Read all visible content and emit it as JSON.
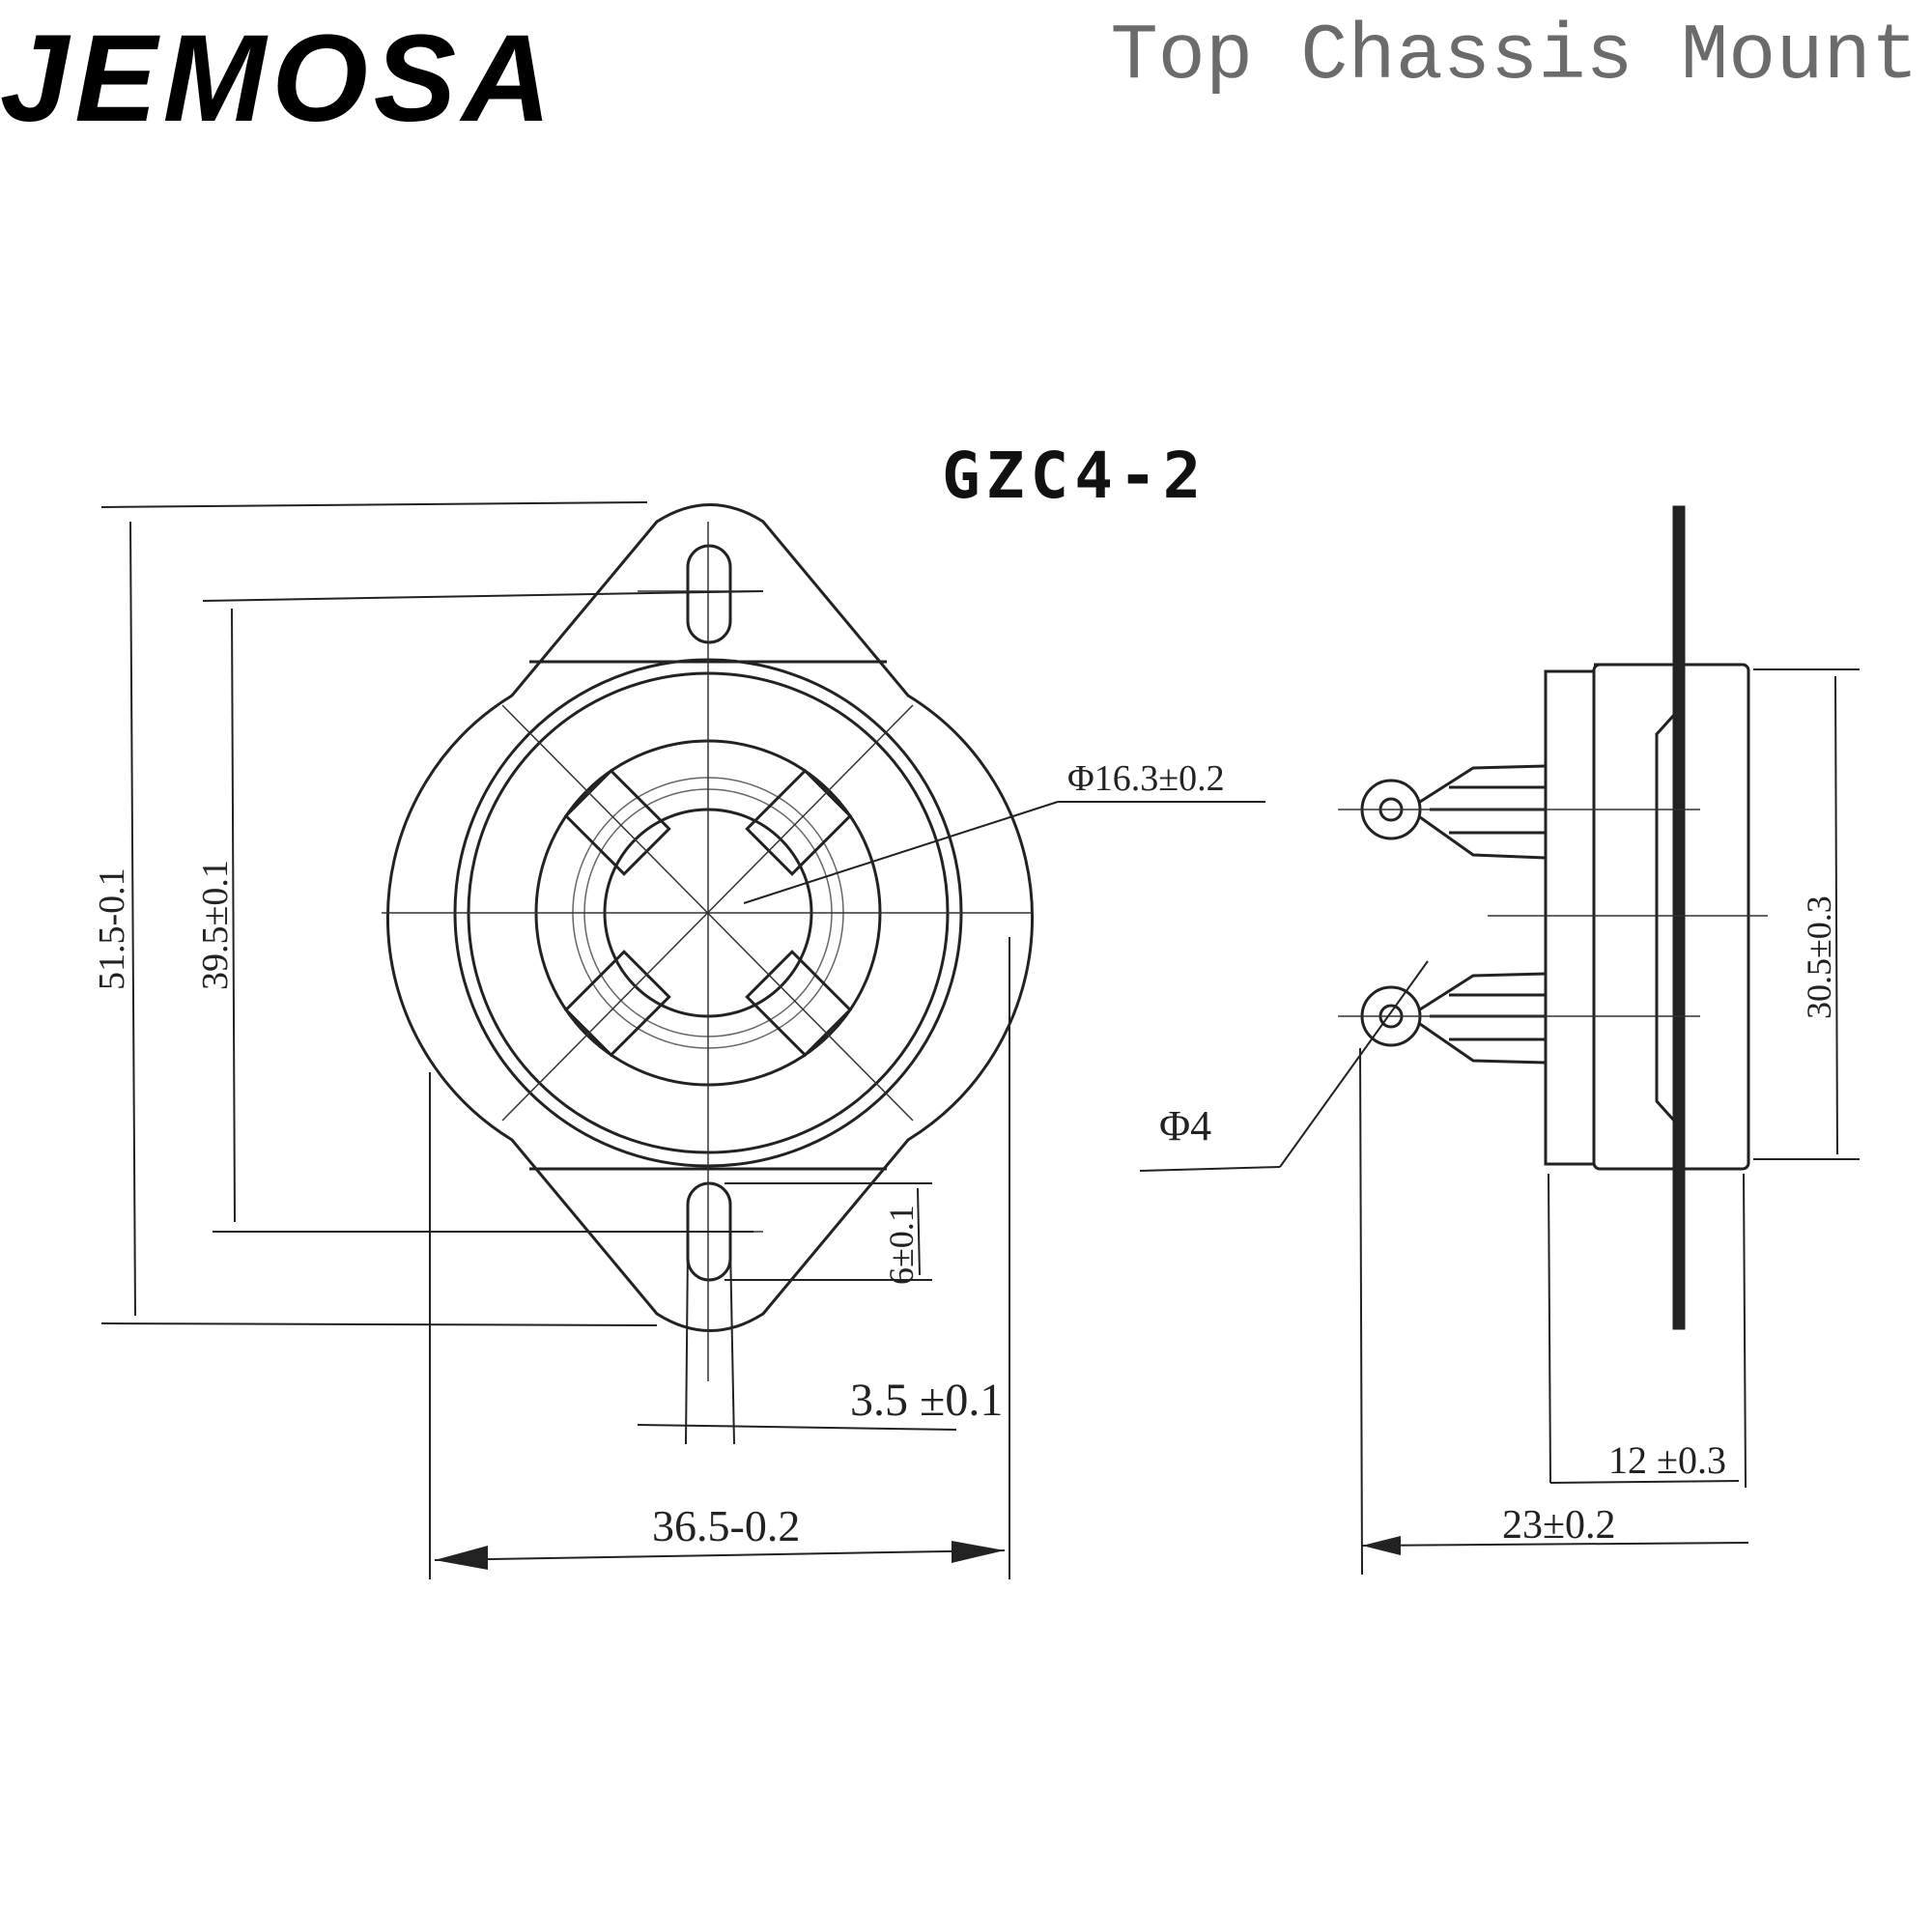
{
  "header": {
    "brand": "JEMOSA",
    "subtitle": "Top Chassis Mount"
  },
  "diagram": {
    "model": "GZC4-2",
    "dims": {
      "overall_height": "51.5-0.1",
      "hole_spacing": "39.5±0.1",
      "slot_length": "6±0.1",
      "slot_width": "3.5 ±0.1",
      "body_width": "36.5-0.2",
      "bore_diameter": "Φ16.3±0.2",
      "terminal_hole": "Φ4",
      "body_height": "30.5±0.3",
      "flange_depth": "12 ±0.3",
      "total_depth": "23±0.2"
    }
  },
  "colors": {
    "line": "#222222",
    "subtitle": "#6b6b6b"
  }
}
